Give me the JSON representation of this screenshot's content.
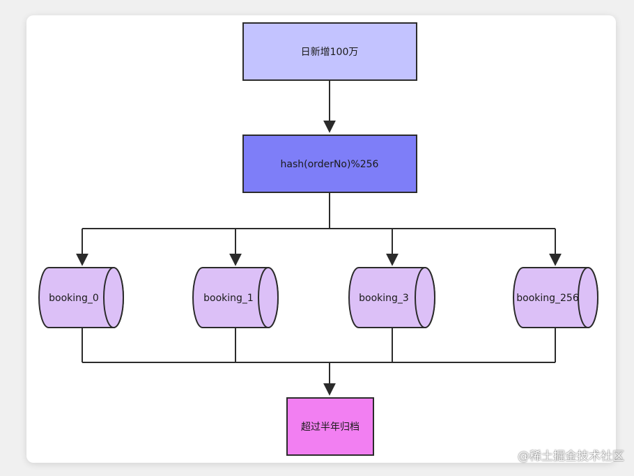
{
  "diagram": {
    "source_node": {
      "label": "日新增100万",
      "fill": "#c3c3ff"
    },
    "hash_node": {
      "label": "hash(orderNo)%256",
      "fill": "#7e7ef8"
    },
    "tables": [
      {
        "label": "booking_0"
      },
      {
        "label": "booking_1"
      },
      {
        "label": "booking_3"
      },
      {
        "label": "booking_256"
      }
    ],
    "table_fill": "#dcc0f7",
    "archive_node": {
      "label": "超过半年归档",
      "fill": "#f27ff2"
    },
    "stroke_color": "#2b2b2b"
  },
  "watermark": {
    "text": "@稀土掘金技术社区"
  }
}
